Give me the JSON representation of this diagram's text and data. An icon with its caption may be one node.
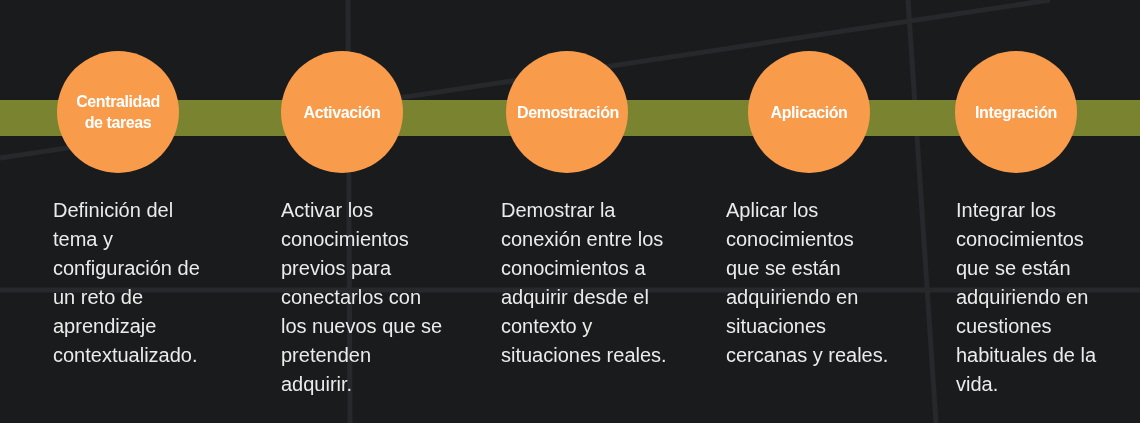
{
  "diagram": {
    "nodes": [
      {
        "text": [
          "Centralidad de tareas"
        ],
        "beside": [
          "Definición del tema y configuración de un reto de aprendizaje contextualizado."
        ]
      },
      {
        "text": [
          "Activación"
        ],
        "beside": [
          "Activar los conocimientos previos para conectarlos con los nuevos que se pretenden adquirir."
        ]
      },
      {
        "text": [
          "Demostración"
        ],
        "beside": [
          "Demostrar la conexión entre los conocimientos a adquirir desde el contexto y situaciones reales."
        ]
      },
      {
        "text": [
          "Aplicación"
        ],
        "beside": [
          "Aplicar los conocimientos que se están adquiriendo en situaciones cercanas y reales."
        ]
      },
      {
        "text": [
          "Integración"
        ],
        "beside": [
          "Integrar los conocimientos que se están adquiriendo en cuestiones habituales de la vida."
        ]
      }
    ],
    "edges": [
      {
        "from": null,
        "to": 0,
        "arrow": "none"
      },
      {
        "from": 0,
        "to": 1,
        "arrow": "none"
      },
      {
        "from": 1,
        "to": 2,
        "arrow": "none"
      },
      {
        "from": 2,
        "to": 3,
        "arrow": "none"
      },
      {
        "from": 3,
        "to": 4,
        "arrow": "none"
      },
      {
        "from": 4,
        "to": null,
        "arrow": "none"
      }
    ]
  }
}
